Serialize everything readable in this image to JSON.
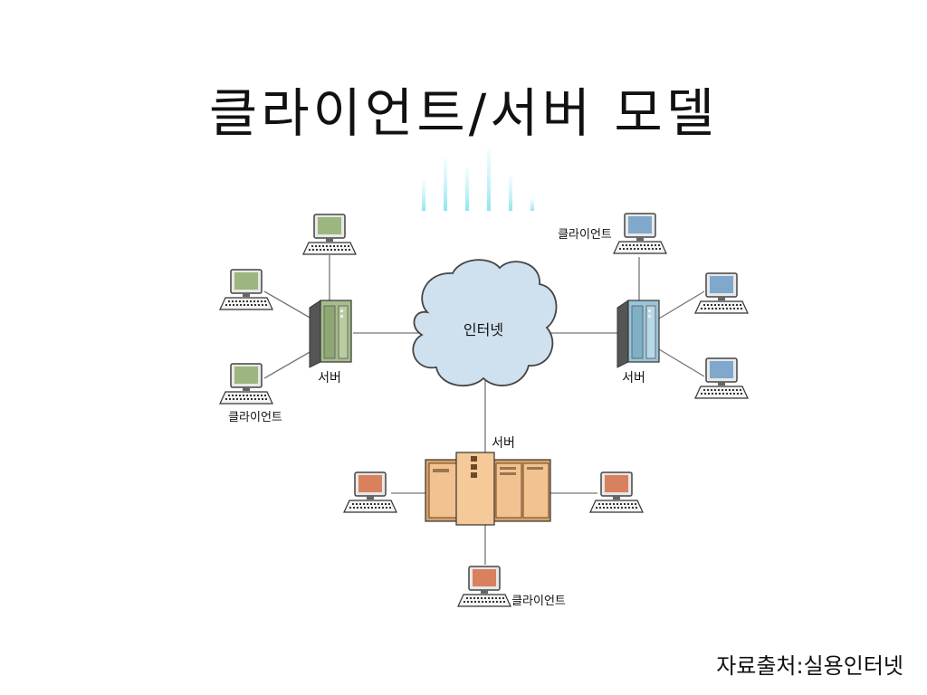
{
  "slide": {
    "title": "클라이언트/서버 모델",
    "source": "자료출처:실용인터넷"
  },
  "diagram": {
    "cloud_label": "인터넷",
    "labels": {
      "server_left": "서버",
      "server_right": "서버",
      "server_bottom": "서버",
      "client_left": "클라이언트",
      "client_right": "클라이언트",
      "client_bottom": "클라이언트"
    }
  },
  "colors": {
    "green_screen": "#9bb67f",
    "blue_screen": "#7fa8cc",
    "orange_screen": "#d9805f",
    "cloud_fill": "#cfe0ee",
    "tower_green": "#a7bd8a",
    "tower_blue": "#9cc5d6",
    "mainframe": "#f2c391"
  }
}
